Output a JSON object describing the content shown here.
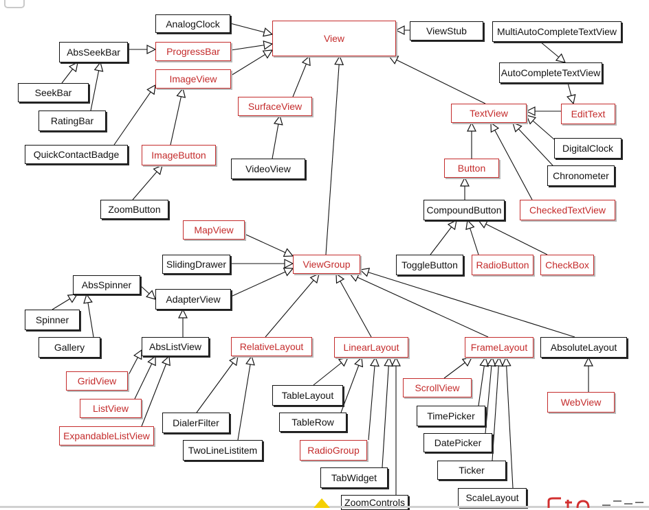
{
  "diagram": {
    "accent_color": "#c42b2b",
    "nodes": [
      {
        "id": "view",
        "label": "View",
        "red": true
      },
      {
        "id": "analogclock",
        "label": "AnalogClock",
        "red": false
      },
      {
        "id": "viewstub",
        "label": "ViewStub",
        "red": false
      },
      {
        "id": "multiauto",
        "label": "MultiAutoCompleteTextView",
        "red": false
      },
      {
        "id": "absseekbar",
        "label": "AbsSeekBar",
        "red": false
      },
      {
        "id": "progressbar",
        "label": "ProgressBar",
        "red": true
      },
      {
        "id": "autocomplete",
        "label": "AutoCompleteTextView",
        "red": false
      },
      {
        "id": "imageview",
        "label": "ImageView",
        "red": true
      },
      {
        "id": "seekbar",
        "label": "SeekBar",
        "red": false
      },
      {
        "id": "surfaceview",
        "label": "SurfaceView",
        "red": true
      },
      {
        "id": "textview",
        "label": "TextView",
        "red": true
      },
      {
        "id": "edittext",
        "label": "EditText",
        "red": true
      },
      {
        "id": "ratingbar",
        "label": "RatingBar",
        "red": false
      },
      {
        "id": "digitalclock",
        "label": "DigitalClock",
        "red": false
      },
      {
        "id": "quickcontact",
        "label": "QuickContactBadge",
        "red": false
      },
      {
        "id": "imagebutton",
        "label": "ImageButton",
        "red": true
      },
      {
        "id": "videoview",
        "label": "VideoView",
        "red": false
      },
      {
        "id": "button",
        "label": "Button",
        "red": true
      },
      {
        "id": "chronometer",
        "label": "Chronometer",
        "red": false
      },
      {
        "id": "zoombutton",
        "label": "ZoomButton",
        "red": false
      },
      {
        "id": "compoundbutton",
        "label": "CompoundButton",
        "red": false
      },
      {
        "id": "checkedtextview",
        "label": "CheckedTextView",
        "red": true
      },
      {
        "id": "mapview",
        "label": "MapView",
        "red": true
      },
      {
        "id": "slidingdrawer",
        "label": "SlidingDrawer",
        "red": false
      },
      {
        "id": "viewgroup",
        "label": "ViewGroup",
        "red": true
      },
      {
        "id": "togglebutton",
        "label": "ToggleButton",
        "red": false
      },
      {
        "id": "radiobutton",
        "label": "RadioButton",
        "red": true
      },
      {
        "id": "checkbox",
        "label": "CheckBox",
        "red": true
      },
      {
        "id": "absspinner",
        "label": "AbsSpinner",
        "red": false
      },
      {
        "id": "adapterview",
        "label": "AdapterView",
        "red": false
      },
      {
        "id": "spinner",
        "label": "Spinner",
        "red": false
      },
      {
        "id": "gallery",
        "label": "Gallery",
        "red": false
      },
      {
        "id": "abslistview",
        "label": "AbsListView",
        "red": false
      },
      {
        "id": "relativelayout",
        "label": "RelativeLayout",
        "red": true
      },
      {
        "id": "linearlayout",
        "label": "LinearLayout",
        "red": true
      },
      {
        "id": "framelayout",
        "label": "FrameLayout",
        "red": true
      },
      {
        "id": "absolutelayout",
        "label": "AbsoluteLayout",
        "red": false
      },
      {
        "id": "gridview",
        "label": "GridView",
        "red": true
      },
      {
        "id": "scrollview",
        "label": "ScrollView",
        "red": true
      },
      {
        "id": "webview",
        "label": "WebView",
        "red": true
      },
      {
        "id": "tablelayout",
        "label": "TableLayout",
        "red": false
      },
      {
        "id": "listview",
        "label": "ListView",
        "red": true
      },
      {
        "id": "timepicker",
        "label": "TimePicker",
        "red": false
      },
      {
        "id": "dialerfilter",
        "label": "DialerFilter",
        "red": false
      },
      {
        "id": "tablerow",
        "label": "TableRow",
        "red": false
      },
      {
        "id": "expandablelistview",
        "label": "ExpandableListView",
        "red": true
      },
      {
        "id": "datepicker",
        "label": "DatePicker",
        "red": false
      },
      {
        "id": "twolinelistitem",
        "label": "TwoLineListitem",
        "red": false
      },
      {
        "id": "radiogroup",
        "label": "RadioGroup",
        "red": true
      },
      {
        "id": "ticker",
        "label": "Ticker",
        "red": false
      },
      {
        "id": "tabwidget",
        "label": "TabWidget",
        "red": false
      },
      {
        "id": "scalelayout",
        "label": "ScaleLayout",
        "red": false
      },
      {
        "id": "zoomcontrols",
        "label": "ZoomControls",
        "red": false
      }
    ],
    "edges": [
      [
        "analogclock",
        "view"
      ],
      [
        "progressbar",
        "view"
      ],
      [
        "imageview",
        "view"
      ],
      [
        "surfaceview",
        "view"
      ],
      [
        "viewgroup",
        "view"
      ],
      [
        "textview",
        "view"
      ],
      [
        "viewstub",
        "view"
      ],
      [
        "absseekbar",
        "progressbar"
      ],
      [
        "seekbar",
        "absseekbar"
      ],
      [
        "ratingbar",
        "absseekbar"
      ],
      [
        "quickcontact",
        "imageview"
      ],
      [
        "imagebutton",
        "imageview"
      ],
      [
        "zoombutton",
        "imagebutton"
      ],
      [
        "videoview",
        "surfaceview"
      ],
      [
        "multiauto",
        "autocomplete"
      ],
      [
        "autocomplete",
        "edittext"
      ],
      [
        "edittext",
        "textview"
      ],
      [
        "digitalclock",
        "textview"
      ],
      [
        "chronometer",
        "textview"
      ],
      [
        "checkedtextview",
        "textview"
      ],
      [
        "button",
        "textview"
      ],
      [
        "compoundbutton",
        "button"
      ],
      [
        "togglebutton",
        "compoundbutton"
      ],
      [
        "radiobutton",
        "compoundbutton"
      ],
      [
        "checkbox",
        "compoundbutton"
      ],
      [
        "mapview",
        "viewgroup"
      ],
      [
        "slidingdrawer",
        "viewgroup"
      ],
      [
        "adapterview",
        "viewgroup"
      ],
      [
        "relativelayout",
        "viewgroup"
      ],
      [
        "linearlayout",
        "viewgroup"
      ],
      [
        "framelayout",
        "viewgroup"
      ],
      [
        "absolutelayout",
        "viewgroup"
      ],
      [
        "absspinner",
        "adapterview"
      ],
      [
        "spinner",
        "absspinner"
      ],
      [
        "gallery",
        "absspinner"
      ],
      [
        "abslistview",
        "adapterview"
      ],
      [
        "gridview",
        "abslistview"
      ],
      [
        "listview",
        "abslistview"
      ],
      [
        "expandablelistview",
        "abslistview"
      ],
      [
        "dialerfilter",
        "relativelayout"
      ],
      [
        "twolinelistitem",
        "relativelayout"
      ],
      [
        "tablelayout",
        "linearlayout"
      ],
      [
        "tablerow",
        "linearlayout"
      ],
      [
        "radiogroup",
        "linearlayout"
      ],
      [
        "tabwidget",
        "linearlayout"
      ],
      [
        "zoomcontrols",
        "linearlayout"
      ],
      [
        "scrollview",
        "framelayout"
      ],
      [
        "timepicker",
        "framelayout"
      ],
      [
        "datepicker",
        "framelayout"
      ],
      [
        "ticker",
        "framelayout"
      ],
      [
        "scalelayout",
        "framelayout"
      ],
      [
        "webview",
        "absolutelayout"
      ]
    ]
  }
}
